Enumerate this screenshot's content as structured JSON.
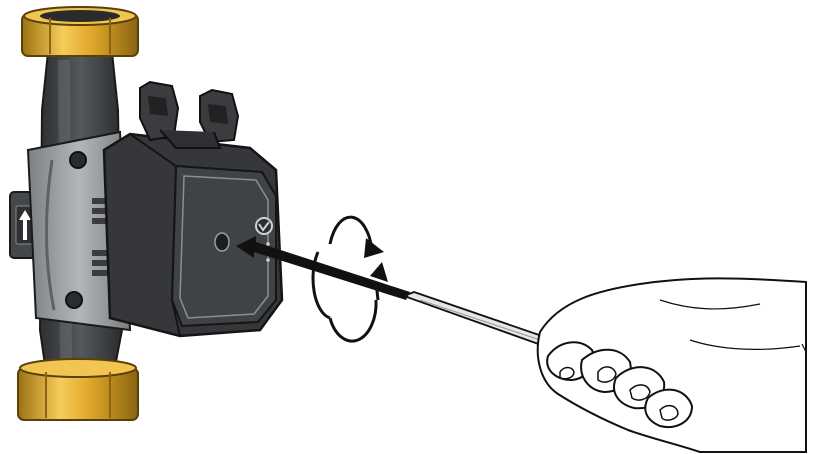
{
  "figure": {
    "subject": "circulation-pump",
    "action": "release-seized-rotor-with-screwdriver",
    "rotation_indicator": "clockwise-and-counterclockwise",
    "colors": {
      "background": "#ffffff",
      "fitting_brass": "#e3ad2b",
      "fitting_brass_dark": "#8a6410",
      "pump_body": "#3e4043",
      "pump_body_dark": "#2a2c2e",
      "pump_panel": "#96999c",
      "motor_head": "#35373a",
      "outline": "#1a1a1a",
      "hand": "#ffffff",
      "arrow": "#111111"
    },
    "icons": [
      "pump-status-icon",
      "direction-arrow-icon",
      "rotation-arrows-icon",
      "push-arrow-icon"
    ]
  }
}
